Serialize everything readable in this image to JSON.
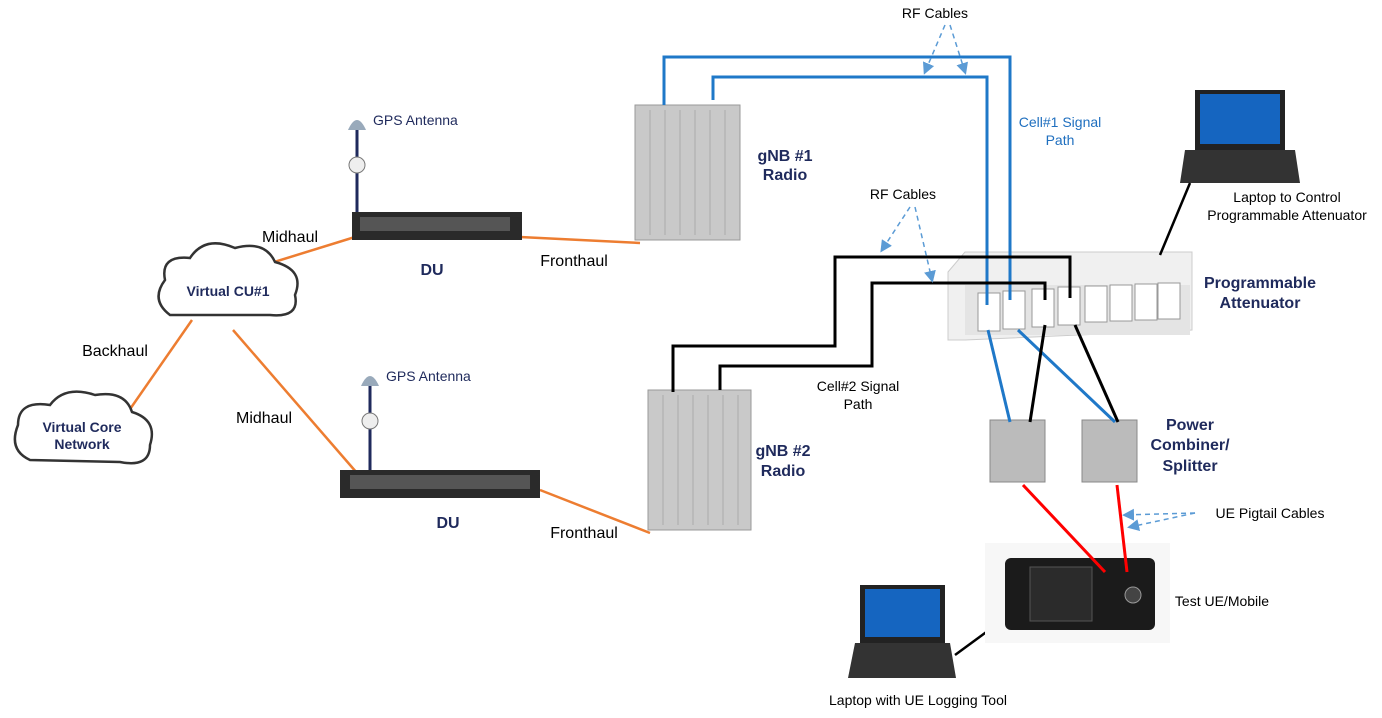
{
  "labels": {
    "rf_cables_top": "RF Cables",
    "rf_cables_mid": "RF Cables",
    "cell1_path": [
      "Cell#1 Signal",
      "Path"
    ],
    "cell2_path": [
      "Cell#2 Signal",
      "Path"
    ],
    "laptop_control": [
      "Laptop to Control",
      "Programmable Attenuator"
    ],
    "attenuator": [
      "Programmable",
      "Attenuator"
    ],
    "gps1": "GPS Antenna",
    "gps2": "GPS Antenna",
    "gnb1": [
      "gNB #1",
      "Radio"
    ],
    "gnb2": [
      "gNB #2",
      "Radio"
    ],
    "midhaul1": "Midhaul",
    "midhaul2": "Midhaul",
    "du1": "DU",
    "du2": "DU",
    "fronthaul1": "Fronthaul",
    "fronthaul2": "Fronthaul",
    "cu": "Virtual CU#1",
    "backhaul": "Backhaul",
    "core": [
      "Virtual Core",
      "Network"
    ],
    "combiner": [
      "Power",
      "Combiner/",
      "Splitter"
    ],
    "pigtail": "UE Pigtail Cables",
    "ue": "Test UE/Mobile",
    "laptop_log": "Laptop with UE Logging Tool"
  },
  "colors": {
    "orange": "#ed7d31",
    "blue_cable": "#1f78c8",
    "red": "#ff0000",
    "dashed": "#5b9bd5",
    "navy": "#1f2a5c"
  }
}
